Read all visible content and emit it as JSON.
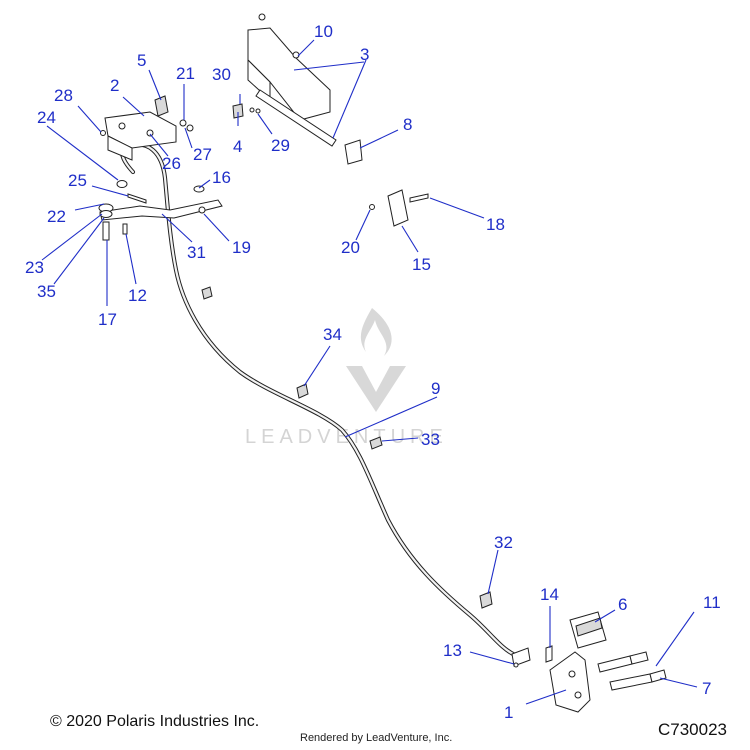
{
  "watermark": {
    "brand": "LEADVENTURE"
  },
  "footer": {
    "copyright": "© 2020 Polaris Industries Inc.",
    "rendered_by": "Rendered by LeadVenture, Inc.",
    "diagram_id": "C730023"
  },
  "callouts": [
    {
      "id": "c1",
      "label": "1"
    },
    {
      "id": "c2",
      "label": "2"
    },
    {
      "id": "c3",
      "label": "3"
    },
    {
      "id": "c4",
      "label": "4"
    },
    {
      "id": "c5",
      "label": "5"
    },
    {
      "id": "c6",
      "label": "6"
    },
    {
      "id": "c7",
      "label": "7"
    },
    {
      "id": "c8",
      "label": "8"
    },
    {
      "id": "c9",
      "label": "9"
    },
    {
      "id": "c10",
      "label": "10"
    },
    {
      "id": "c11",
      "label": "11"
    },
    {
      "id": "c12",
      "label": "12"
    },
    {
      "id": "c13",
      "label": "13"
    },
    {
      "id": "c14",
      "label": "14"
    },
    {
      "id": "c15",
      "label": "15"
    },
    {
      "id": "c16",
      "label": "16"
    },
    {
      "id": "c17",
      "label": "17"
    },
    {
      "id": "c18",
      "label": "18"
    },
    {
      "id": "c19",
      "label": "19"
    },
    {
      "id": "c20",
      "label": "20"
    },
    {
      "id": "c21",
      "label": "21"
    },
    {
      "id": "c22",
      "label": "22"
    },
    {
      "id": "c23",
      "label": "23"
    },
    {
      "id": "c24",
      "label": "24"
    },
    {
      "id": "c25",
      "label": "25"
    },
    {
      "id": "c26",
      "label": "26"
    },
    {
      "id": "c27",
      "label": "27"
    },
    {
      "id": "c28",
      "label": "28"
    },
    {
      "id": "c29",
      "label": "29"
    },
    {
      "id": "c30",
      "label": "30"
    },
    {
      "id": "c31",
      "label": "31"
    },
    {
      "id": "c32",
      "label": "32"
    },
    {
      "id": "c33",
      "label": "33"
    },
    {
      "id": "c34",
      "label": "34"
    },
    {
      "id": "c35",
      "label": "35"
    }
  ]
}
